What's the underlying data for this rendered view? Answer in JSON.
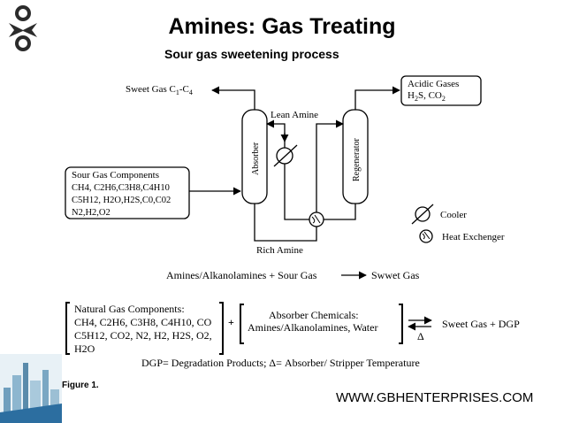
{
  "header": {
    "title": "Amines: Gas Treating",
    "subtitle": "Sour gas sweetening process"
  },
  "diagram": {
    "sweet_gas_label": "Sweet Gas C",
    "sweet_gas_sub1": "1",
    "sweet_gas_dash": "-C",
    "sweet_gas_sub2": "4",
    "acidic_title": "Acidic Gases",
    "acidic_line2": "H",
    "acidic_sub1": "2",
    "acidic_mid": "S, CO",
    "acidic_sub2": "2",
    "lean_amine": "Lean Amine",
    "rich_amine": "Rich Amine",
    "absorber": "Absorber",
    "regenerator": "Regenerator",
    "sour_title": "Sour Gas Components",
    "sour_line1": "CH4, C2H6,C3H8,C4H10",
    "sour_line2": "C5H12, H2O,H2S,C0,C02",
    "sour_line3": "N2,H2,O2",
    "legend_cooler": "Cooler",
    "legend_hx": "Heat Exchenger",
    "reaction_left": "Amines/Alkanolamines + Sour Gas",
    "reaction_right": "Swwet Gas"
  },
  "equation": {
    "natural_title": "Natural Gas Components:",
    "natural_line1": "CH4, C2H6, C3H8, C4H10, CO",
    "natural_line2": "C5H12, CO2, N2, H2, H2S, O2,",
    "natural_line3": "H2O",
    "plus": "+",
    "absorber_title": "Absorber Chemicals:",
    "absorber_line": "Amines/Alkanolamines, Water",
    "product": "Sweet Gas + DGP",
    "delta": "Δ",
    "note": "DGP= Degradation Products; Δ= Absorber/ Stripper Temperature"
  },
  "footer": {
    "figure_label": "Figure 1.",
    "website": "WWW.GBHENTERPRISES.COM"
  }
}
